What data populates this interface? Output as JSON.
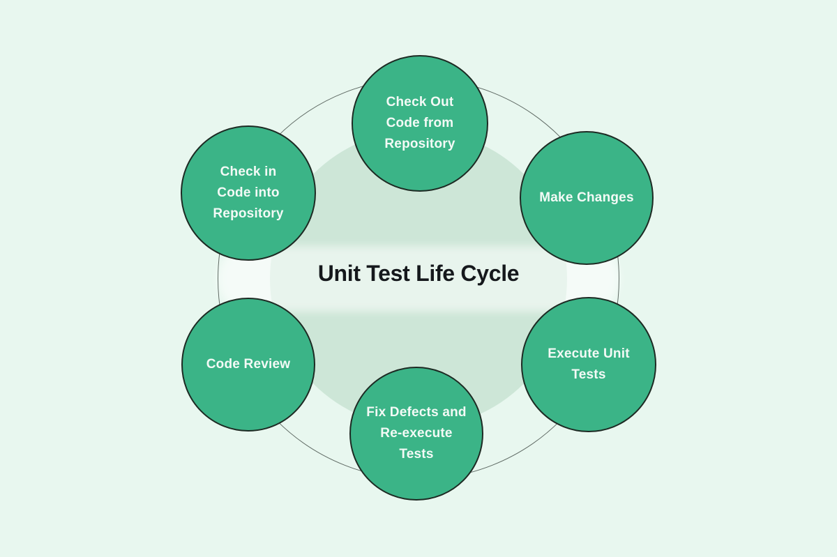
{
  "diagram": {
    "title": "Unit Test Life Cycle",
    "type": "cycle",
    "nodes": [
      {
        "id": "check-out-code",
        "position": "top",
        "label": "Check Out\nCode from\nRepository"
      },
      {
        "id": "make-changes",
        "position": "top-right",
        "label": "Make Changes"
      },
      {
        "id": "execute-unit-tests",
        "position": "bottom-right",
        "label": "Execute Unit\nTests"
      },
      {
        "id": "fix-defects-re-execute",
        "position": "bottom",
        "label": "Fix Defects and\nRe-execute\nTests"
      },
      {
        "id": "code-review",
        "position": "bottom-left",
        "label": "Code Review"
      },
      {
        "id": "check-in-code",
        "position": "top-left",
        "label": "Check in\nCode into\nRepository"
      }
    ],
    "colors": {
      "background": "#e8f7ef",
      "inner_circle": "#cde6d7",
      "node_fill": "#3bb487",
      "node_border": "#1d2a23",
      "ring_stroke": "#5f6a64",
      "node_text": "#f3faf6",
      "title_text": "#15181c"
    }
  }
}
